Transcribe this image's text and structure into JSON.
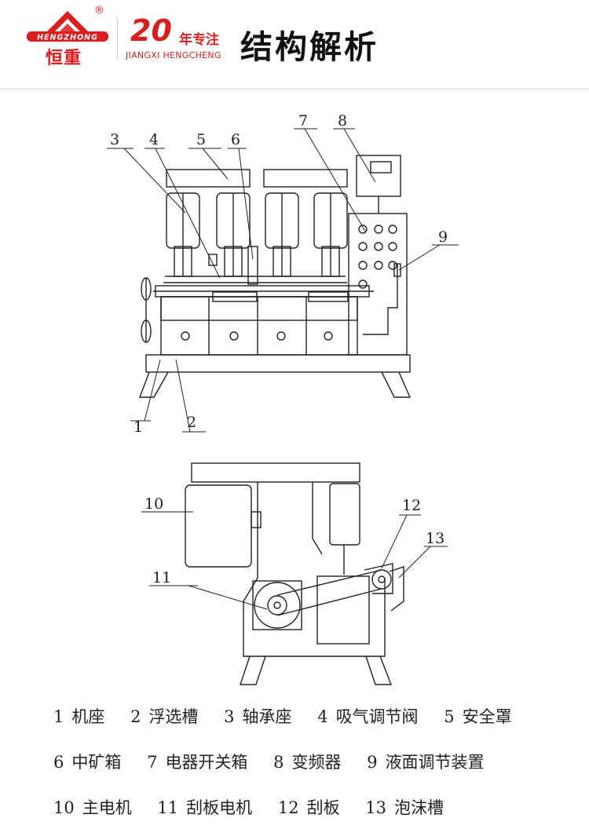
{
  "header": {
    "brand_mark": "HENGZHONG",
    "brand_cn": "恒重",
    "registered": "®",
    "anniversary_number": "20",
    "anniversary_suffix": "年专注",
    "company": "JIANGXI HENGCHENG",
    "title": "结构解析"
  },
  "colors": {
    "brand_red": "#d81e1e",
    "line": "#222222"
  },
  "diagram": {
    "callouts": [
      "1",
      "2",
      "3",
      "4",
      "5",
      "6",
      "7",
      "8",
      "9",
      "10",
      "11",
      "12",
      "13"
    ]
  },
  "legend": {
    "rows": [
      [
        {
          "num": "1",
          "label": "机座"
        },
        {
          "num": "2",
          "label": "浮选槽"
        },
        {
          "num": "3",
          "label": "轴承座"
        },
        {
          "num": "4",
          "label": "吸气调节阀"
        },
        {
          "num": "5",
          "label": "安全罩"
        }
      ],
      [
        {
          "num": "6",
          "label": "中矿箱"
        },
        {
          "num": "7",
          "label": "电器开关箱"
        },
        {
          "num": "8",
          "label": "变频器"
        },
        {
          "num": "9",
          "label": "液面调节装置"
        }
      ],
      [
        {
          "num": "10",
          "label": "主电机"
        },
        {
          "num": "11",
          "label": "刮板电机"
        },
        {
          "num": "12",
          "label": "刮板"
        },
        {
          "num": "13",
          "label": "泡沫槽"
        }
      ]
    ]
  }
}
